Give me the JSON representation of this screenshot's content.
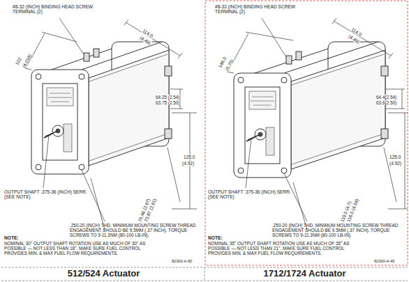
{
  "diagram": {
    "labels": [
      "#8-32 (INCH) BINDING HEAD SCREW TERMINAL (2)",
      "102",
      "(4.016)",
      "114.0",
      "(4.49)",
      "64.25 (2.54)",
      "63.75 (2.50)",
      "125.0",
      "(4.92)",
      "75.46 (2.97)",
      "73.87 (2.91)",
      "OUTPUT SHAFT .375-36 (INCH) SERR. (SEE NOTE)",
      ".250-20 (INCH) THD. MINIMUM MOUNTING SCREW THREAD ENGAGEMENT SHOULD BE 9.5MM (.37 INCH). TORQUE SCREWS TO 9-11.3NM (80-100 LB-IN).",
      "NOTE:",
      "NOMINAL 30° OUTPUT SHAFT ROTATION USE AS MUCH OF 30° AS POSSIBLE — NOT LESS THAN 18°. MAKE SURE FUEL CONTROL PROVIDES MIN. & MAX FUEL FLOW REQUIREMENTS.",
      "82300-A-90",
      "512/524 Actuator",
      "#8-32 (INCH) BINDING HEAD SCREW TERMINAL (2)",
      "146.0",
      "(5.75)",
      "114.0",
      "(4.49)",
      "64.4(2.54)",
      "63.6(2.50)",
      "125.0",
      "(4.92)",
      "119.5 (4.7)",
      "116.5 (4.59)",
      "OUTPUT SHAFT .375-36 (INCH) SERR. (SEE NOTE)",
      ".250-20 (INCH) THD. MINIMUM MOUNTING SCREW THREAD ENGAGEMENT SHOULD BE 9.5MM (.37 INCH). TORQUE SCREWS TO 9-11.3NM (80-100 LB-IN).",
      "NOTE:",
      "NOMINAL 35° OUTPUT SHAFT ROTATION USE AS MUCH OF 35° AS POSSIBLE — NOT LESS THAN 21°. MAKE SURE FUEL CONTROL PROVIDES MIN. & MAX FUEL FLOW REQUIREMENTS.",
      "82300-A-49",
      "1712/1724 Actuator"
    ]
  }
}
